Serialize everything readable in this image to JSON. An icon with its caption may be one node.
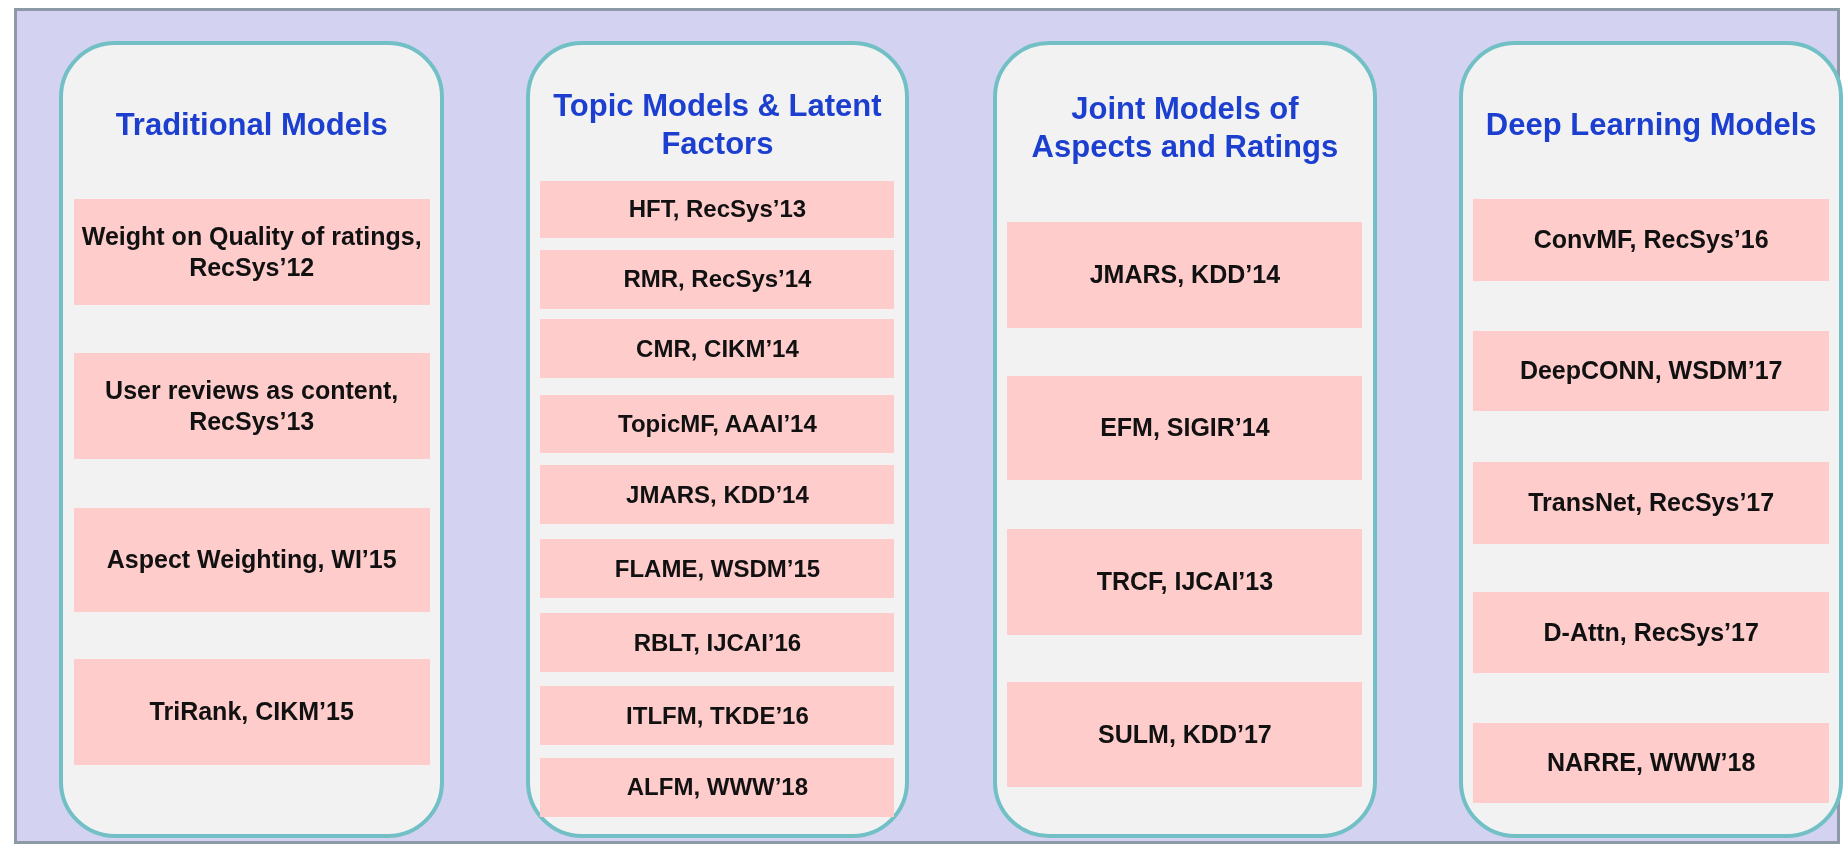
{
  "diagram": {
    "nodes": [
      {
        "text": [
          "Traditional Models"
        ]
      },
      {
        "text": [
          "Weight on Quality of ratings, RecSys’12"
        ],
        "in": 0
      },
      {
        "text": [
          "User reviews as content, RecSys’13"
        ],
        "in": 0
      },
      {
        "text": [
          "Aspect Weighting, WI’15"
        ],
        "in": 0
      },
      {
        "text": [
          "TriRank, CIKM’15"
        ],
        "in": 0
      },
      {
        "text": [
          "Topic Models & Latent Factors"
        ]
      },
      {
        "text": [
          "HFT, RecSys’13"
        ],
        "in": 5
      },
      {
        "text": [
          "RMR, RecSys’14"
        ],
        "in": 5
      },
      {
        "text": [
          "CMR, CIKM’14"
        ],
        "in": 5
      },
      {
        "text": [
          "TopicMF, AAAI’14"
        ],
        "in": 5
      },
      {
        "text": [
          "JMARS, KDD’14"
        ],
        "in": 5
      },
      {
        "text": [
          "FLAME, WSDM’15"
        ],
        "in": 5
      },
      {
        "text": [
          "RBLT, IJCAI’16"
        ],
        "in": 5
      },
      {
        "text": [
          "ITLFM, TKDE’16"
        ],
        "in": 5
      },
      {
        "text": [
          "ALFM, WWW’18"
        ],
        "in": 5
      },
      {
        "text": [
          "Joint Models of Aspects and Ratings"
        ]
      },
      {
        "text": [
          "JMARS, KDD’14"
        ],
        "in": 15
      },
      {
        "text": [
          "EFM, SIGIR’14"
        ],
        "in": 15
      },
      {
        "text": [
          "TRCF, IJCAI’13"
        ],
        "in": 15
      },
      {
        "text": [
          "SULM, KDD’17"
        ],
        "in": 15
      },
      {
        "text": [
          "Deep Learning Models"
        ]
      },
      {
        "text": [
          "ConvMF, RecSys’16"
        ],
        "in": 20
      },
      {
        "text": [
          "DeepCONN, WSDM’17"
        ],
        "in": 20
      },
      {
        "text": [
          "TransNet, RecSys’17"
        ],
        "in": 20
      },
      {
        "text": [
          "D-Attn, RecSys’17"
        ],
        "in": 20
      },
      {
        "text": [
          "NARRE, WWW’18"
        ],
        "in": 20
      }
    ]
  }
}
